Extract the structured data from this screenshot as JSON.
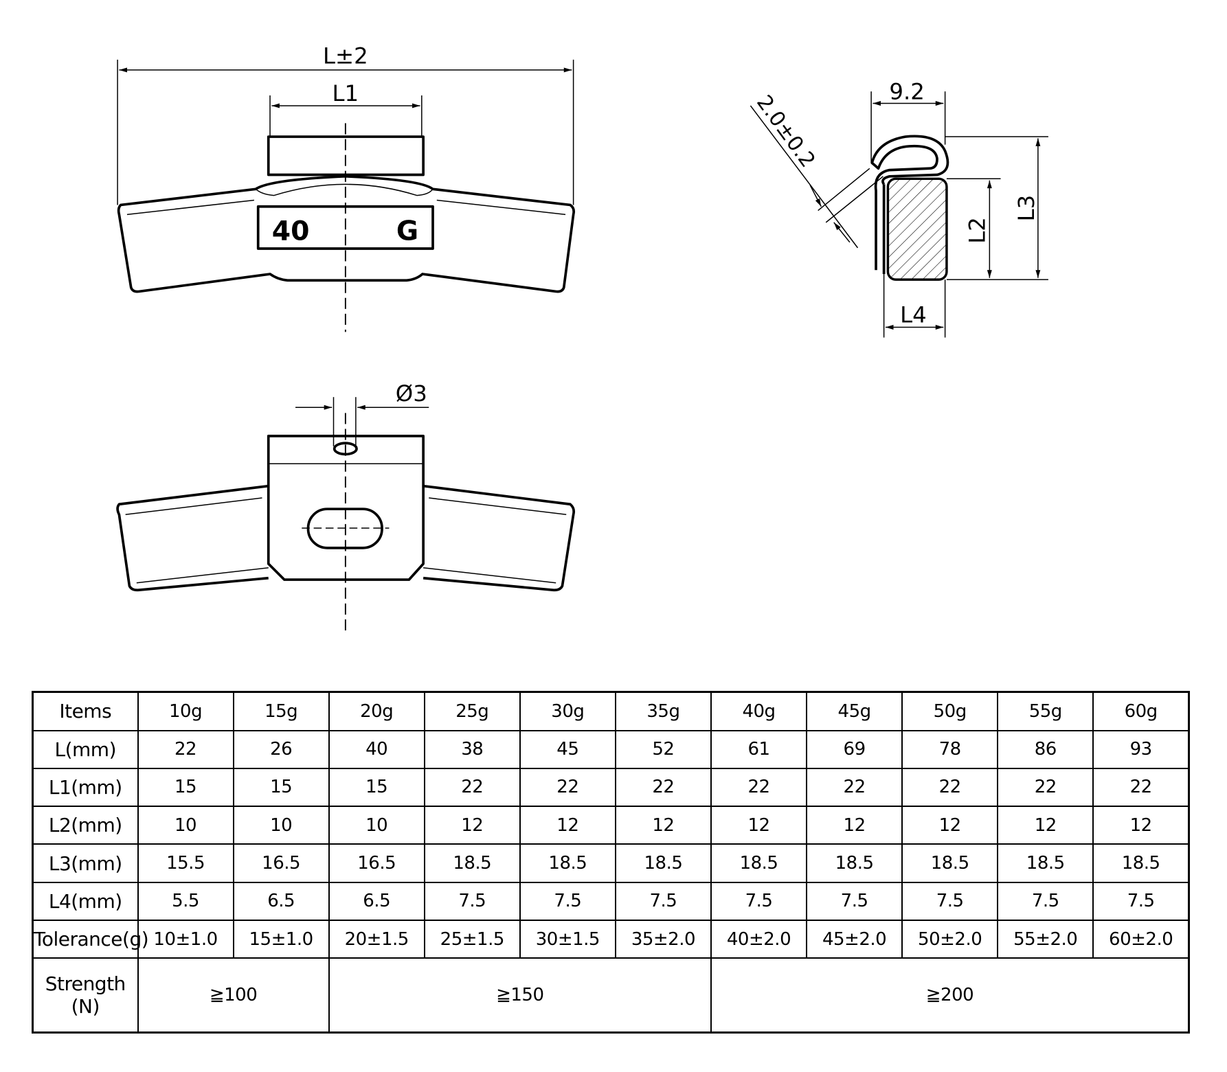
{
  "drawing": {
    "top_view": {
      "length_dim": "L±2",
      "l1_dim": "L1",
      "stamp_weight": "40",
      "stamp_unit": "G"
    },
    "bottom_view": {
      "hole_dim": "Ø3"
    },
    "side_view": {
      "width_dim": "9.2",
      "thickness_dim": "2.0±0.2",
      "l2_dim": "L2",
      "l3_dim": "L3",
      "l4_dim": "L4"
    }
  },
  "table": {
    "header": {
      "label": "Items",
      "cells": [
        "10g",
        "15g",
        "20g",
        "25g",
        "30g",
        "35g",
        "40g",
        "45g",
        "50g",
        "55g",
        "60g"
      ]
    },
    "rows": [
      {
        "label": "L(mm)",
        "cells": [
          "22",
          "26",
          "40",
          "38",
          "45",
          "52",
          "61",
          "69",
          "78",
          "86",
          "93"
        ]
      },
      {
        "label": "L1(mm)",
        "cells": [
          "15",
          "15",
          "15",
          "22",
          "22",
          "22",
          "22",
          "22",
          "22",
          "22",
          "22"
        ]
      },
      {
        "label": "L2(mm)",
        "cells": [
          "10",
          "10",
          "10",
          "12",
          "12",
          "12",
          "12",
          "12",
          "12",
          "12",
          "12"
        ]
      },
      {
        "label": "L3(mm)",
        "cells": [
          "15.5",
          "16.5",
          "16.5",
          "18.5",
          "18.5",
          "18.5",
          "18.5",
          "18.5",
          "18.5",
          "18.5",
          "18.5"
        ]
      },
      {
        "label": "L4(mm)",
        "cells": [
          "5.5",
          "6.5",
          "6.5",
          "7.5",
          "7.5",
          "7.5",
          "7.5",
          "7.5",
          "7.5",
          "7.5",
          "7.5"
        ]
      },
      {
        "label": "Tolerance(g)",
        "cells": [
          "10±1.0",
          "15±1.0",
          "20±1.5",
          "25±1.5",
          "30±1.5",
          "35±2.0",
          "40±2.0",
          "45±2.0",
          "50±2.0",
          "55±2.0",
          "60±2.0"
        ]
      }
    ],
    "strength": {
      "label": "Strength (N)",
      "groups": [
        {
          "value": "≧100",
          "span": 2
        },
        {
          "value": "≧150",
          "span": 4
        },
        {
          "value": "≧200",
          "span": 5
        }
      ]
    }
  }
}
